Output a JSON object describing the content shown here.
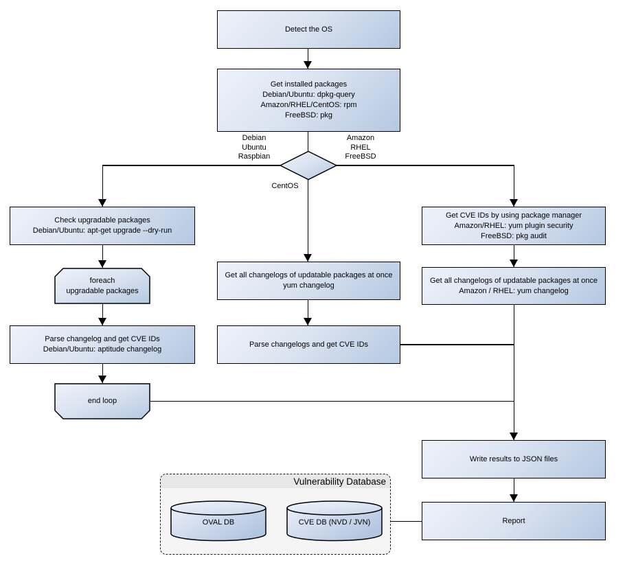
{
  "nodes": {
    "detect_os": {
      "lines": [
        "Detect the OS"
      ]
    },
    "get_installed_packages": {
      "lines": [
        "Get installed packages",
        "Debian/Ubuntu: dpkg-query",
        "Amazon/RHEL/CentOS: rpm",
        "FreeBSD: pkg"
      ]
    },
    "check_upgradable": {
      "lines": [
        "Check upgradable packages",
        "Debian/Ubuntu: apt-get upgrade --dry-run"
      ]
    },
    "foreach_loop": {
      "lines": [
        "foreach",
        "upgradable  packages"
      ]
    },
    "parse_changelog_deb": {
      "lines": [
        "Parse changelog and get  CVE IDs",
        "Debian/Ubuntu: aptitude changelog"
      ]
    },
    "end_loop": {
      "lines": [
        "end loop"
      ]
    },
    "get_changelogs_centos": {
      "lines": [
        "Get all changelogs of updatable packages at once",
        "yum changelog"
      ]
    },
    "parse_changelogs_centos": {
      "lines": [
        "Parse changelogs and get CVE IDs"
      ]
    },
    "get_cve_pkg_manager": {
      "lines": [
        "Get CVE IDs by using package manager",
        "Amazon/RHEL: yum plugin security",
        "FreeBSD: pkg audit"
      ]
    },
    "get_changelogs_amazon": {
      "lines": [
        "Get all changelogs of updatable packages at once",
        "Amazon / RHEL: yum changelog"
      ]
    },
    "write_results": {
      "lines": [
        "Write results to JSON files"
      ]
    },
    "report": {
      "lines": [
        "Report"
      ]
    }
  },
  "decision": {
    "branch_left": [
      "Debian",
      "Ubuntu",
      "Raspbian"
    ],
    "branch_right": [
      "Amazon",
      "RHEL",
      "FreeBSD"
    ],
    "branch_bottom": "CentOS"
  },
  "database_group": {
    "title": "Vulnerability Database",
    "oval_db_label": "OVAL DB",
    "cve_db_label": "CVE DB (NVD / JVN)"
  },
  "colors": {
    "node_gradient_start": "#eef2fa",
    "node_gradient_end": "#b5c8e1",
    "node_border": "#000000",
    "group_background": "#f5f5f5",
    "group_header_background": "#e7e7e7",
    "connector": "#000000"
  }
}
